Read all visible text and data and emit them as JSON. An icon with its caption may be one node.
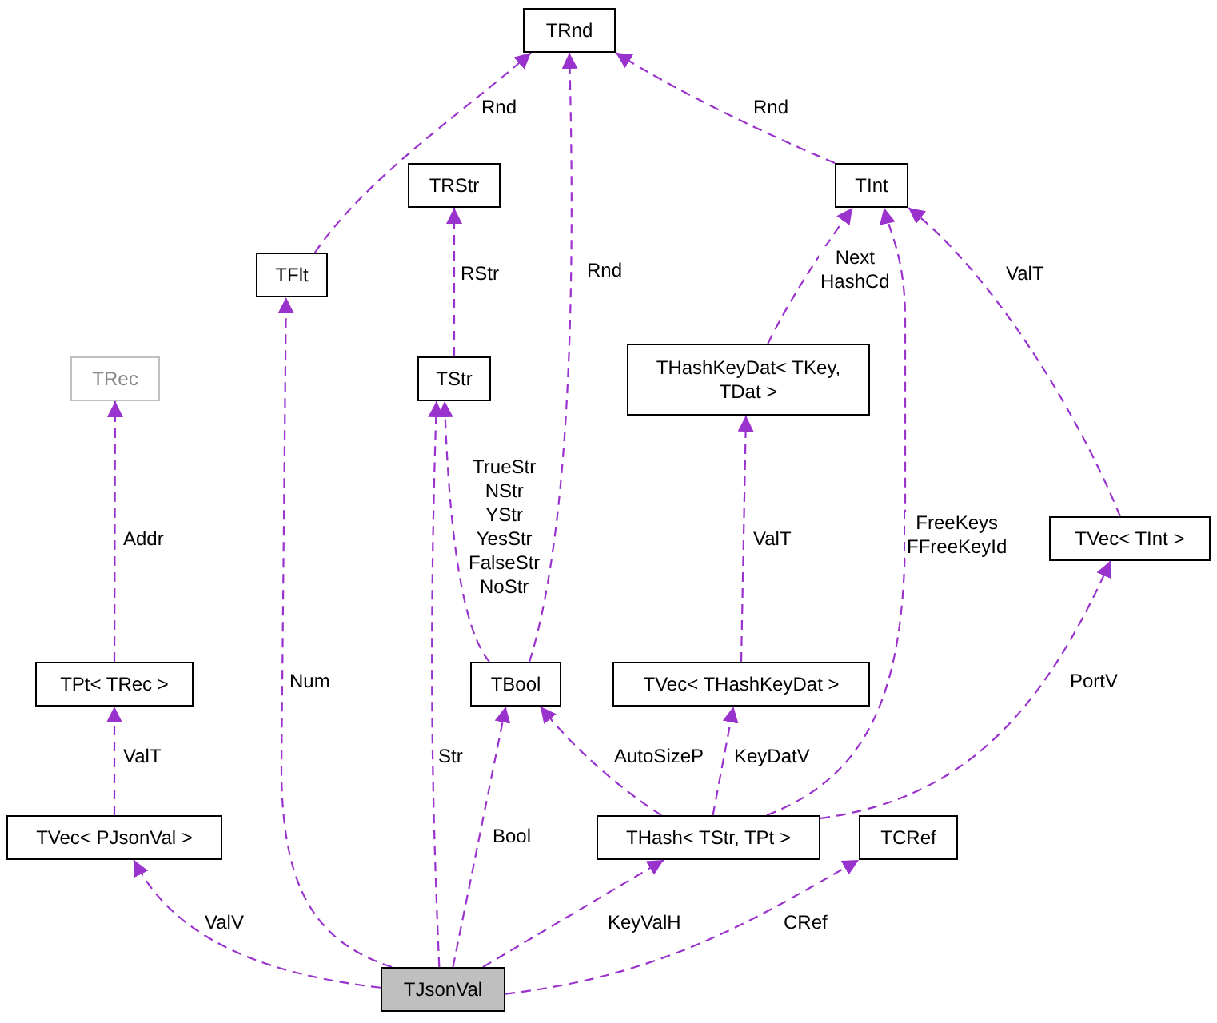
{
  "diagram": {
    "nodes": [
      {
        "text": [
          "TRnd"
        ]
      },
      {
        "text": [
          "TRStr"
        ]
      },
      {
        "text": [
          "TInt"
        ]
      },
      {
        "text": [
          "TFlt"
        ]
      },
      {
        "text": [
          "TRec"
        ]
      },
      {
        "text": [
          "TStr"
        ]
      },
      {
        "text": [
          "THashKeyDat< TKey, TDat >"
        ]
      },
      {
        "text": [
          "TVec< TInt >"
        ]
      },
      {
        "text": [
          "TPt< TRec >"
        ]
      },
      {
        "text": [
          "TBool"
        ]
      },
      {
        "text": [
          "TVec< THashKeyDat >"
        ]
      },
      {
        "text": [
          "TVec< PJsonVal >"
        ]
      },
      {
        "text": [
          "THash< TStr, TPt >"
        ]
      },
      {
        "text": [
          "TCRef"
        ]
      },
      {
        "text": [
          "TJsonVal"
        ]
      }
    ],
    "edges": [
      {
        "from": 3,
        "to": 0,
        "arrow": "to",
        "label": "Rnd"
      },
      {
        "from": 9,
        "to": 0,
        "arrow": "to",
        "label": "Rnd"
      },
      {
        "from": 2,
        "to": 0,
        "arrow": "to",
        "label": "Rnd"
      },
      {
        "from": 5,
        "to": 1,
        "arrow": "to",
        "label": "RStr"
      },
      {
        "from": 6,
        "to": 2,
        "arrow": "to",
        "label": "Next HashCd"
      },
      {
        "from": 12,
        "to": 2,
        "arrow": "to",
        "label": "FreeKeys FFreeKeyId"
      },
      {
        "from": 7,
        "to": 2,
        "arrow": "to",
        "label": "ValT"
      },
      {
        "from": 8,
        "to": 4,
        "arrow": "to",
        "label": "Addr"
      },
      {
        "from": 9,
        "to": 5,
        "arrow": "to",
        "label": "TrueStr NStr YStr YesStr FalseStr NoStr"
      },
      {
        "from": 10,
        "to": 6,
        "arrow": "to",
        "label": "ValT"
      },
      {
        "from": 11,
        "to": 8,
        "arrow": "to",
        "label": "ValT"
      },
      {
        "from": 12,
        "to": 9,
        "arrow": "to",
        "label": "AutoSizeP"
      },
      {
        "from": 12,
        "to": 10,
        "arrow": "to",
        "label": "KeyDatV"
      },
      {
        "from": 12,
        "to": 7,
        "arrow": "to",
        "label": "PortV"
      },
      {
        "from": 14,
        "to": 11,
        "arrow": "to",
        "label": "ValV"
      },
      {
        "from": 14,
        "to": 3,
        "arrow": "to",
        "label": "Num"
      },
      {
        "from": 14,
        "to": 5,
        "arrow": "to",
        "label": "Str"
      },
      {
        "from": 14,
        "to": 9,
        "arrow": "to",
        "label": "Bool"
      },
      {
        "from": 14,
        "to": 12,
        "arrow": "to",
        "label": "KeyValH"
      },
      {
        "from": 14,
        "to": 13,
        "arrow": "to",
        "label": "CRef"
      }
    ]
  }
}
